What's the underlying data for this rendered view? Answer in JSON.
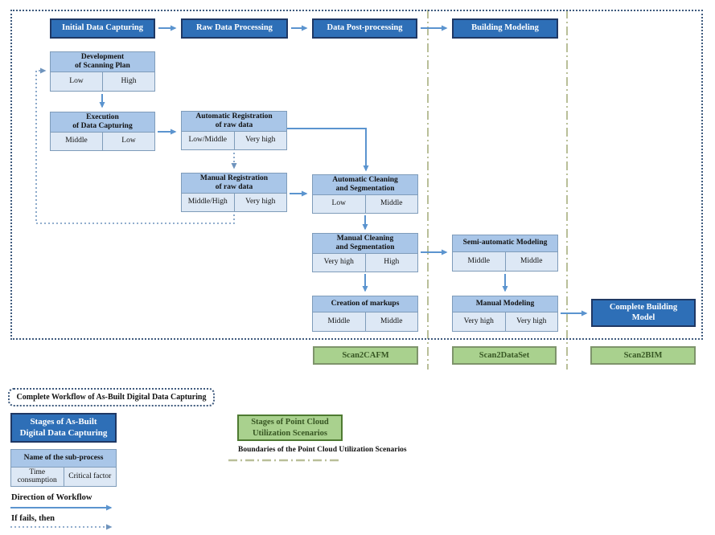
{
  "stages": [
    {
      "label": "Initial Data Capturing"
    },
    {
      "label": "Raw Data Processing"
    },
    {
      "label": "Data Post-processing"
    },
    {
      "label": "Building Modeling"
    }
  ],
  "processes": [
    {
      "title": "Development\nof Scanning Plan",
      "time": "Low",
      "factor": "High"
    },
    {
      "title": "Execution\nof Data Capturing",
      "time": "Middle",
      "factor": "Low"
    },
    {
      "title": "Automatic Registration\nof raw data",
      "time": "Low/Middle",
      "factor": "Very high"
    },
    {
      "title": "Manual Registration\nof raw data",
      "time": "Middle/High",
      "factor": "Very high"
    },
    {
      "title": "Automatic Cleaning\nand Segmentation",
      "time": "Low",
      "factor": "Middle"
    },
    {
      "title": "Manual Cleaning\nand Segmentation",
      "time": "Very high",
      "factor": "High"
    },
    {
      "title": "Creation of markups",
      "time": "Middle",
      "factor": "Middle"
    },
    {
      "title": "Semi-automatic Modeling",
      "time": "Middle",
      "factor": "Middle"
    },
    {
      "title": "Manual Modeling",
      "time": "Very high",
      "factor": "Very high"
    }
  ],
  "complete_model": {
    "label": "Complete Building\nModel"
  },
  "scenarios": [
    {
      "label": "Scan2CAFM"
    },
    {
      "label": "Scan2DataSet"
    },
    {
      "label": "Scan2BIM"
    }
  ],
  "legend": {
    "workflow_label": "Complete Workflow of As-Built Digital Data Capturing",
    "stages_label": "Stages of As-Built\nDigital Data Capturing",
    "subprocess": {
      "header": "Name of the sub-process",
      "time_cell": "Time consumption",
      "factor_cell": "Critical factor"
    },
    "direction_label": "Direction of Workflow",
    "if_fails_label": "If fails, then",
    "scenario_stages_label": "Stages of Point Cloud\nUtilization Scenarios",
    "boundaries_label": "Boundaries of the Point Cloud Utilization Scenarios"
  },
  "colors": {
    "stage_fill": "#2e6fb7",
    "stage_border": "#1f3864",
    "subprocess_header_fill": "#a9c6e8",
    "subprocess_cell_fill": "#dde8f5",
    "subprocess_border": "#7f9cba",
    "green_fill": "#a9d18e",
    "green_text": "#375623",
    "arrow_blue": "#5b94cf",
    "dotted_blue": "#6f94bd",
    "boundary_olive": "#b9bf99",
    "outline_navy": "#3e5a7d"
  }
}
